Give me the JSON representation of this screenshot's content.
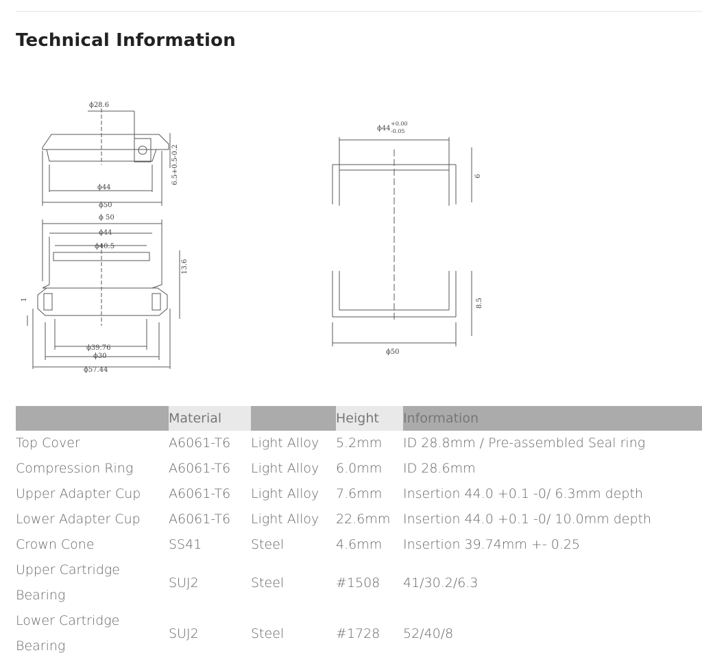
{
  "section": {
    "title": "Technical Information"
  },
  "drawing_left": {
    "labels": [
      "ϕ28.6",
      "ϕ44",
      "ϕ50",
      "6.5+0.5-0.2",
      "ϕ 50",
      "ϕ44",
      "ϕ40.5",
      "13.6",
      "1",
      "ϕ39.76",
      "ϕ30",
      "ϕ57.44"
    ]
  },
  "drawing_right": {
    "labels": [
      "ϕ44",
      "+0.00",
      "-0.05",
      "6",
      "8.5",
      "ϕ50"
    ]
  },
  "table": {
    "headers": [
      "",
      "Material",
      "",
      "Height",
      "Information"
    ],
    "rows": [
      [
        "Top Cover",
        "A6061-T6",
        "Light Alloy",
        "5.2mm",
        "ID 28.8mm / Pre-assembled Seal ring"
      ],
      [
        "Compression Ring",
        "A6061-T6",
        "Light Alloy",
        "6.0mm",
        "ID 28.6mm"
      ],
      [
        "Upper Adapter Cup",
        "A6061-T6",
        "Light Alloy",
        "7.6mm",
        "Insertion 44.0 +0.1 -0/ 6.3mm depth"
      ],
      [
        "Lower Adapter Cup",
        "A6061-T6",
        "Light Alloy",
        "22.6mm",
        "Insertion 44.0 +0.1 -0/ 10.0mm depth"
      ],
      [
        "Crown Cone",
        "SS41",
        "Steel",
        "4.6mm",
        "Insertion 39.74mm +- 0.25"
      ],
      [
        "Upper Cartridge Bearing",
        "SUJ2",
        "Steel",
        "#1508",
        "41/30.2/6.3"
      ],
      [
        "Lower Cartridge Bearing",
        "SUJ2",
        "Steel",
        "#1728",
        "52/40/8"
      ]
    ]
  }
}
